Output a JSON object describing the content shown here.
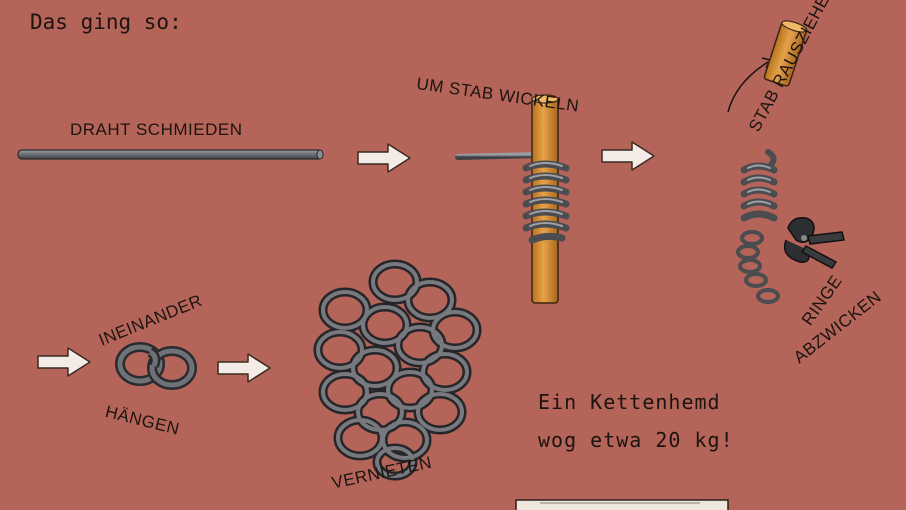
{
  "intro": "Das ging so:",
  "steps": {
    "schmieden": "DRAHT SCHMIEDEN",
    "wickeln": "UM STAB WICKELN",
    "rausziehen": "STAB RAUSZIEHEN",
    "abzwicken_1": "RINGE",
    "abzwicken_2": "ABZWICKEN",
    "haengen_1": "INEINANDER",
    "haengen_2": "HÄNGEN",
    "vernieten": "VERNIETEN"
  },
  "fact": {
    "line1": "Ein Kettenhemd",
    "line2": "wog etwa 20 kg!"
  },
  "colors": {
    "background": "#b46458",
    "wire": "#6f7276",
    "rod": "#d8923a",
    "arrow_fill": "#f3ece6"
  }
}
